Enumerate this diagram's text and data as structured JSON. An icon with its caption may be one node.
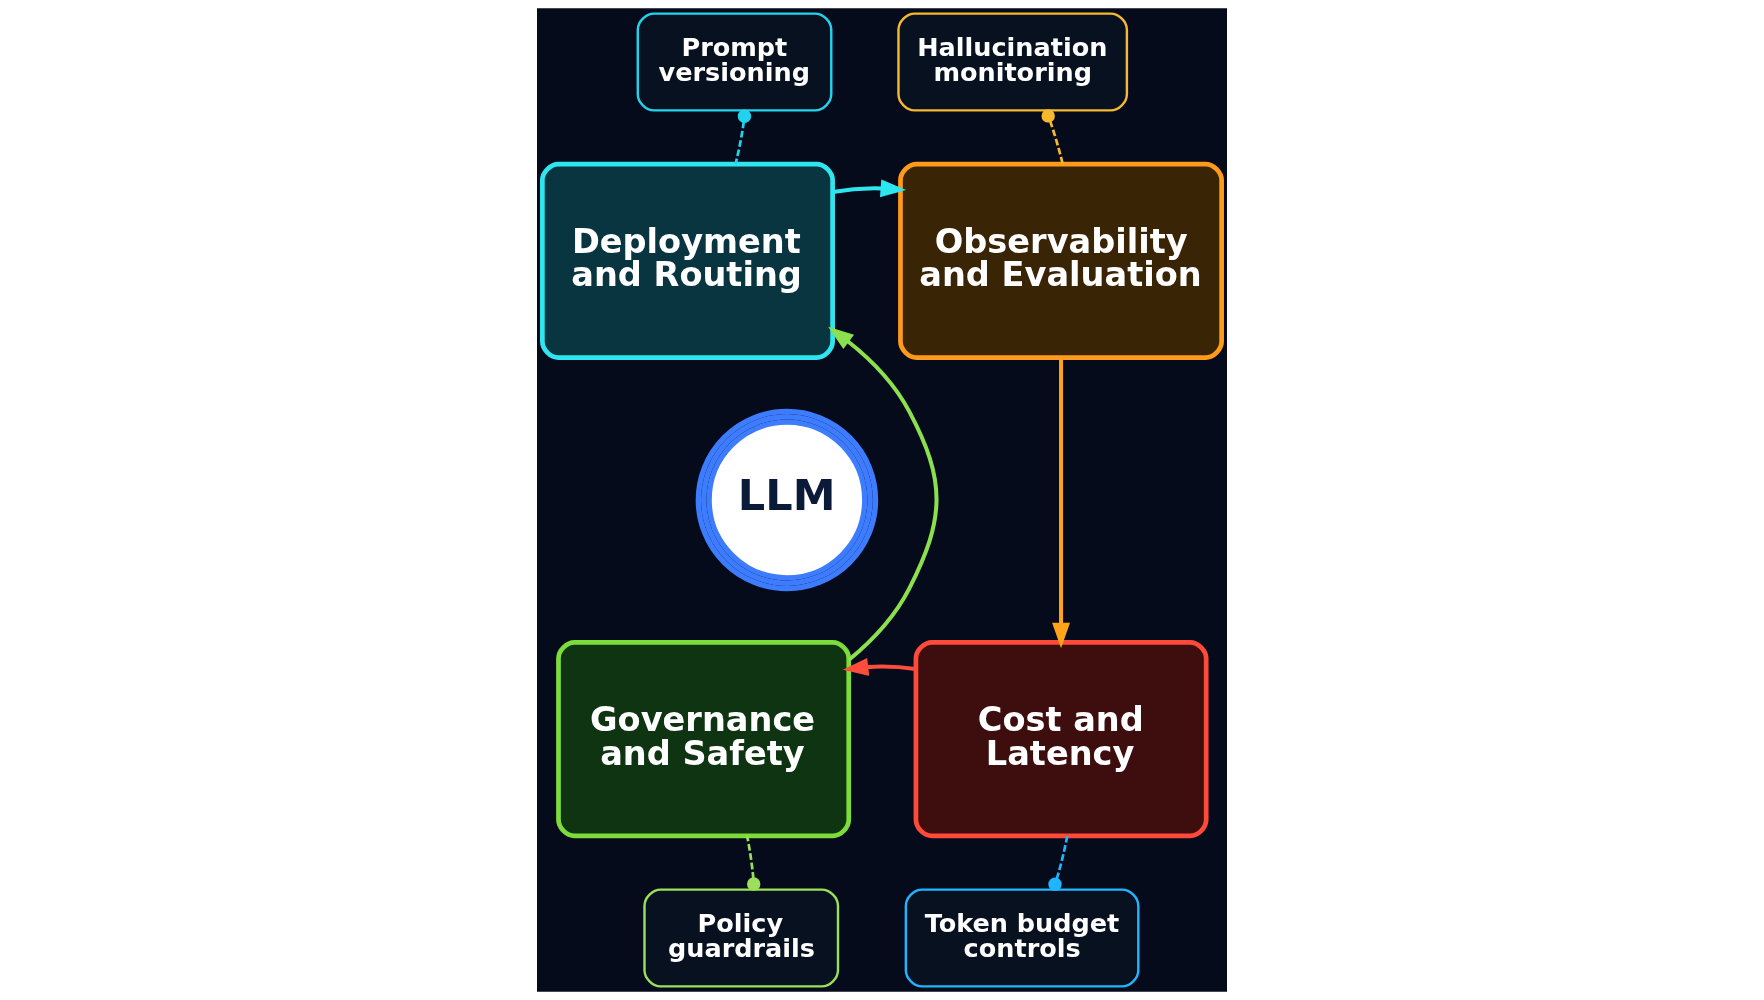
{
  "diagram": {
    "nodes": [
      {
        "text": [
          "Prompt versioning"
        ]
      },
      {
        "text": [
          "Hallucination monitoring"
        ]
      },
      {
        "text": [
          "Deployment and Routing"
        ]
      },
      {
        "text": [
          "Observability and Evaluation"
        ]
      },
      {
        "text": [
          "LLM"
        ]
      },
      {
        "text": [
          "Governance and Safety"
        ]
      },
      {
        "text": [
          "Cost and Latency"
        ]
      },
      {
        "text": [
          "Policy guardrails"
        ]
      },
      {
        "text": [
          "Token budget controls"
        ]
      }
    ],
    "edges": [
      {
        "from": 2,
        "to": 3,
        "arrow": "to",
        "color": "#2ee6f0"
      },
      {
        "from": 3,
        "to": 6,
        "arrow": "to",
        "color": "#ffa31a"
      },
      {
        "from": 6,
        "to": 5,
        "arrow": "to",
        "color": "#ff4d3d"
      },
      {
        "from": 5,
        "to": 2,
        "arrow": "to",
        "color": "#8be04e"
      },
      {
        "from": 0,
        "to": 2,
        "arrow": "other",
        "style": "dashed",
        "color": "#22d3ee"
      },
      {
        "from": 1,
        "to": 3,
        "arrow": "other",
        "style": "dashed",
        "color": "#f5b82e"
      },
      {
        "from": 7,
        "to": 5,
        "arrow": "other",
        "style": "dashed",
        "color": "#9be05a"
      },
      {
        "from": 8,
        "to": 6,
        "arrow": "other",
        "style": "dashed",
        "color": "#1fb6ff"
      }
    ]
  }
}
